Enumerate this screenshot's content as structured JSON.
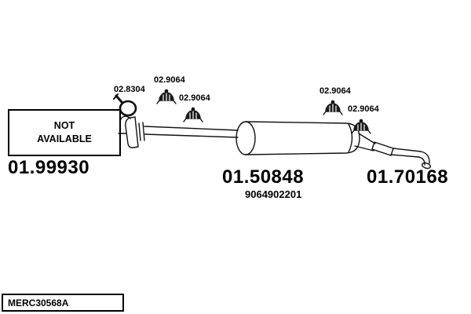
{
  "diagram": {
    "not_available": "NOT AVAILABLE",
    "parts": {
      "left": {
        "number": "01.99930"
      },
      "center": {
        "number": "01.50848",
        "oem": "9064902201"
      },
      "right": {
        "number": "01.70168"
      }
    },
    "clamp_labels": [
      {
        "text": "02.8304"
      },
      {
        "text": "02.9064"
      },
      {
        "text": "02.9064"
      },
      {
        "text": "02.9064"
      },
      {
        "text": "02.9064"
      }
    ],
    "footer": {
      "code": "MERC30568A"
    },
    "colors": {
      "line": "#111111",
      "text": "#000000"
    }
  }
}
